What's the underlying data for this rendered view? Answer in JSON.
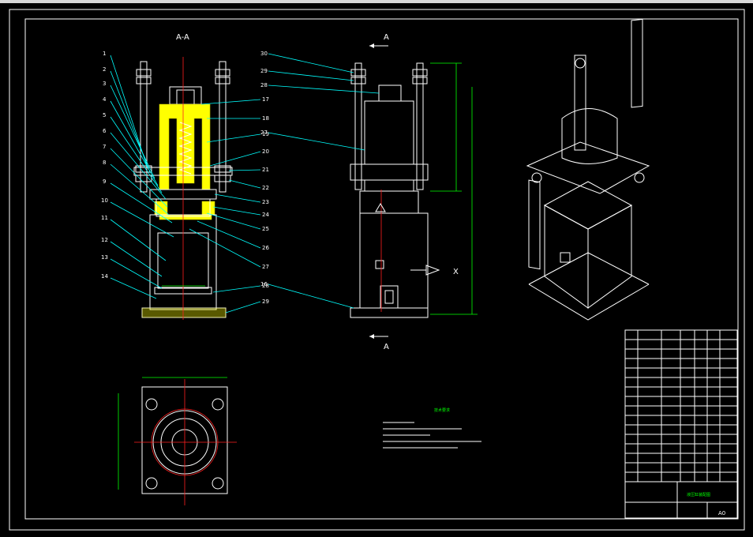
{
  "section_label": "A-A",
  "view_labels": {
    "top": "A",
    "bottom": "A",
    "x_marker": "X"
  },
  "part_numbers_left": [
    "1",
    "2",
    "3",
    "4",
    "5",
    "6",
    "7",
    "8",
    "9",
    "10",
    "11",
    "12",
    "13",
    "14"
  ],
  "part_numbers_mid": [
    "17",
    "18",
    "19",
    "20",
    "21",
    "22",
    "23",
    "24",
    "25",
    "26",
    "27",
    "28",
    "29",
    "30"
  ],
  "part_numbers_right": [
    "30",
    "29",
    "28",
    "27",
    "16"
  ],
  "notes_title": "技术要求",
  "drawing_size": "A0",
  "title_block_name": "液压缸装配图",
  "colors": {
    "background": "#000000",
    "outline": "#ffffff",
    "leader": "#00ffff",
    "dimension": "#00ff00",
    "centerline": "#ff2020",
    "section_fill": "#ffff00"
  }
}
